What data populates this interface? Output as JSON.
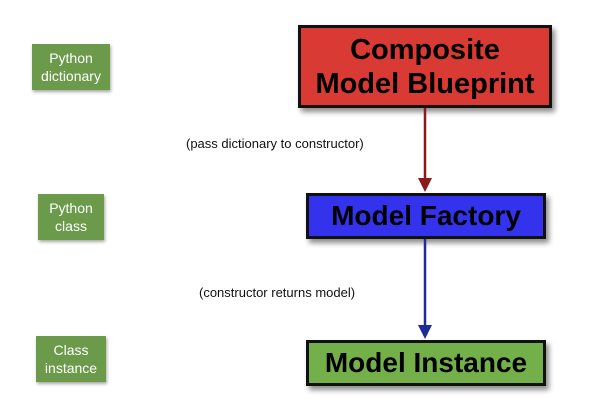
{
  "labels": {
    "dictionary": "Python\ndictionary",
    "class": "Python\nclass",
    "instance": "Class\ninstance"
  },
  "boxes": {
    "blueprint": "Composite\nModel Blueprint",
    "factory": "Model Factory",
    "instance": "Model Instance"
  },
  "annotations": {
    "pass_dictionary": "(pass dictionary to constructor)",
    "constructor_returns": "(constructor returns model)"
  },
  "colors": {
    "blueprint": "#d93a34",
    "factory": "#3333ee",
    "instance": "#74b04a",
    "tag": "#6b9a4b",
    "arrow_top": "#8b1a1a",
    "arrow_bottom": "#1f2b99"
  }
}
